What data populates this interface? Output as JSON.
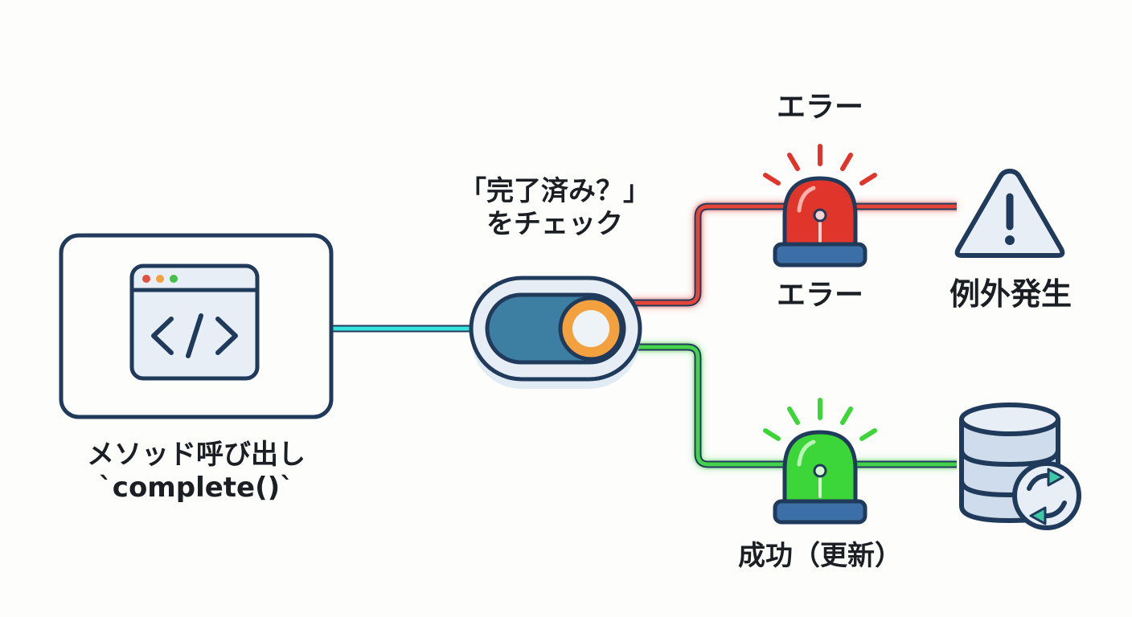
{
  "labels": {
    "method_call_line1": "メソッド呼び出し",
    "method_call_line2": "`complete()`",
    "check_line1": "「完了済み？」",
    "check_line2": "をチェック",
    "error_top": "エラー",
    "error_bottom": "エラー",
    "exception": "例外発生",
    "success": "成功（更新）"
  },
  "colors": {
    "outline": "#1f3a5a",
    "input_wire": "#38e4e0",
    "error_wire": "#e5443b",
    "success_wire": "#43d24a",
    "error_beacon": "#e0352b",
    "success_beacon": "#3dd639",
    "toggle_body": "#3d7fa2",
    "toggle_knob": "#f3a03f",
    "panel_fill": "#e8eef6",
    "base_fill": "#3c6ea8"
  },
  "icons": {
    "code_window": "code-window-icon",
    "toggle": "toggle-switch-icon",
    "error_siren": "siren-icon",
    "success_siren": "siren-icon",
    "warning": "warning-triangle-icon",
    "database": "database-sync-icon"
  }
}
